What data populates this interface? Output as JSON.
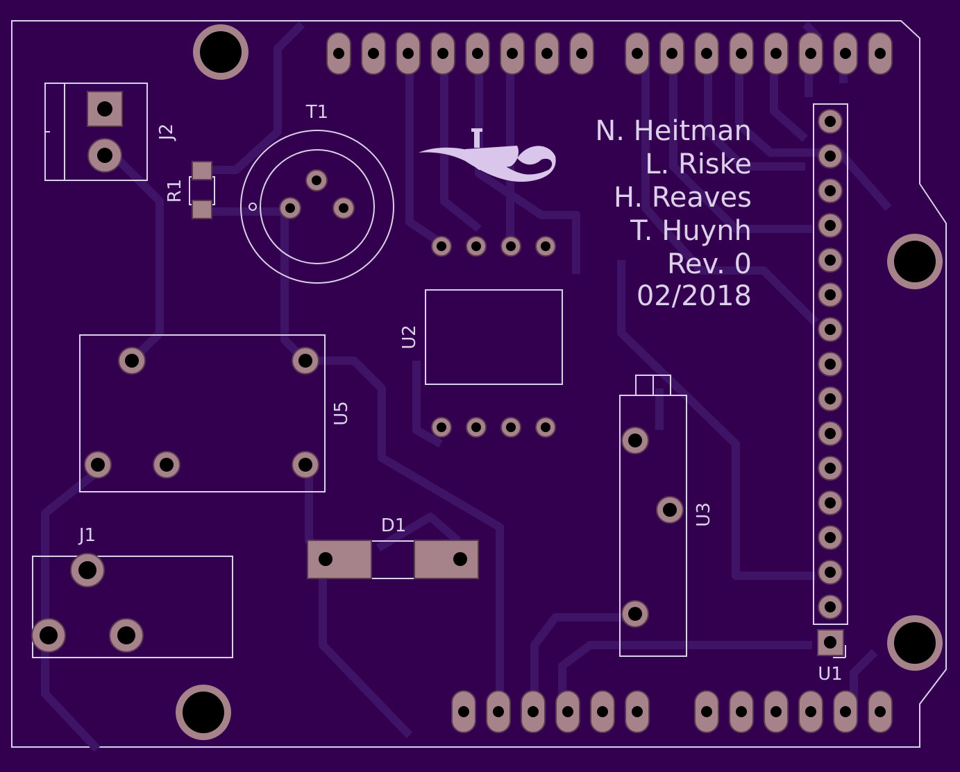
{
  "colors": {
    "board": "#32004f",
    "silkscreen": "#ddd0ea",
    "copper_pad": "#a6828a",
    "trace": "#3f1467"
  },
  "refdes": {
    "T1": "T1",
    "J2": "J2",
    "R1": "R1",
    "U2": "U2",
    "U5": "U5",
    "U3": "U3",
    "U1": "U1",
    "J1": "J1",
    "D1": "D1"
  },
  "credits": {
    "line1": "N. Heitman",
    "line2": "L. Riske",
    "line3": "H. Reaves",
    "line4": "T. Huynh",
    "revision": "Rev. 0",
    "date": "02/2018"
  },
  "logo": {
    "icon": "submarine-wave-logo"
  },
  "headers": {
    "top_left_pins": 8,
    "top_right_pins": 8,
    "bottom_left_pins": 6,
    "bottom_right_pins": 6,
    "u1_pins": 15
  }
}
